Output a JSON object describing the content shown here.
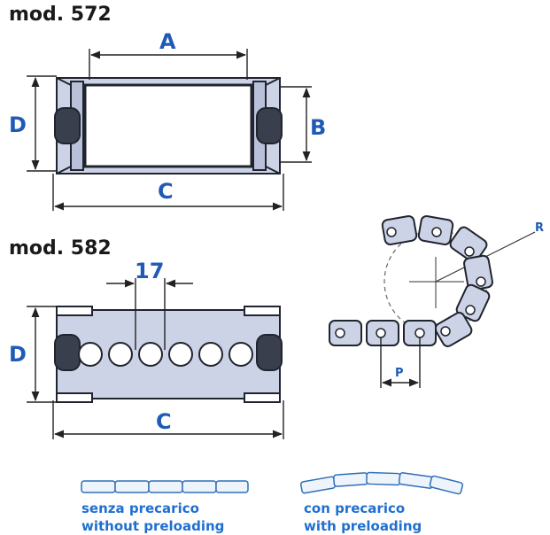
{
  "titles": {
    "mod572": "mod. 572",
    "mod582": "mod. 582"
  },
  "dimensions": {
    "a": "A",
    "b": "B",
    "c": "C",
    "d": "D",
    "c2": "C",
    "d2": "D",
    "pitch_value": "17",
    "r": "R",
    "p": "P"
  },
  "captions": {
    "without_it": "senza precarico",
    "without_en": "without preloading",
    "with_it": "con precarico",
    "with_en": "with preloading"
  },
  "colors": {
    "part_fill": "#cdd3e6",
    "part_stroke": "#20242e",
    "label_blue": "#1f5bb5",
    "caption_blue": "#1f6fd0",
    "chain_fill": "#eef4fb",
    "chain_stroke": "#2f6fb8"
  }
}
